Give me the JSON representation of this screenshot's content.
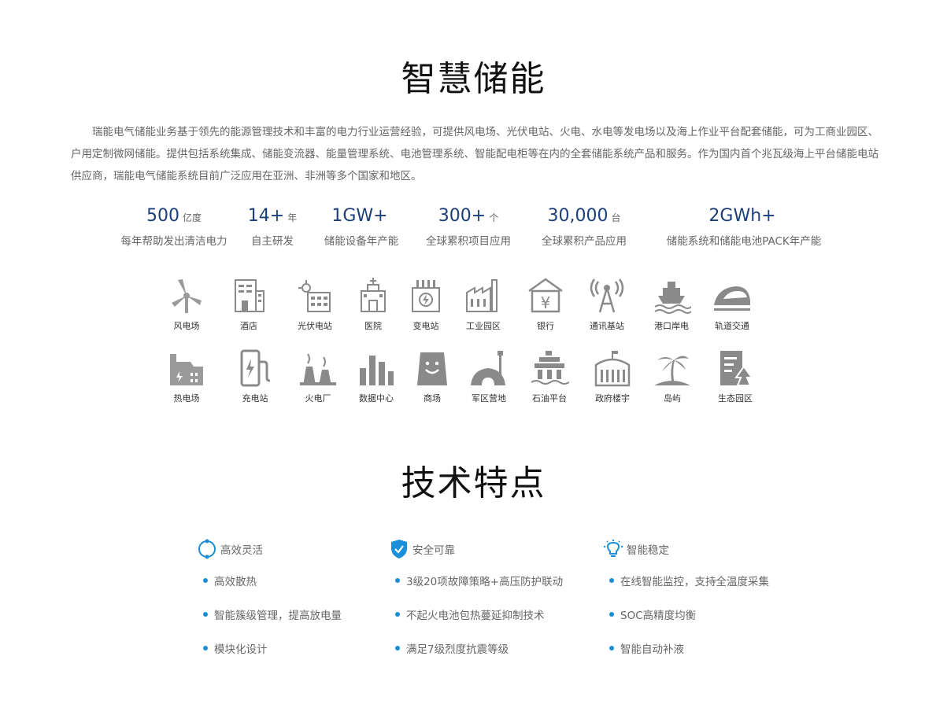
{
  "section1": {
    "title": "智慧储能",
    "intro": "瑞能电气储能业务基于领先的能源管理技术和丰富的电力行业运营经验，可提供风电场、光伏电站、火电、水电等发电场以及海上作业平台配套储能，可为工商业园区、户用定制微网储能。提供包括系统集成、储能变流器、能量管理系统、电池管理系统、智能配电柜等在内的全套储能系统产品和服务。作为国内首个兆瓦级海上平台储能电站供应商，瑞能电气储能系统目前广泛应用在亚洲、非洲等多个国家和地区。"
  },
  "stats": [
    {
      "value": "500",
      "unit": "亿度",
      "label": "每年帮助发出清洁电力"
    },
    {
      "value": "14+",
      "unit": "年",
      "label": "自主研发"
    },
    {
      "value": "1GW+",
      "unit": "",
      "label": "储能设备年产能"
    },
    {
      "value": "300+",
      "unit": "个",
      "label": "全球累积项目应用"
    },
    {
      "value": "30,000",
      "unit": "台",
      "label": "全球累积产品应用"
    },
    {
      "value": "2GWh+",
      "unit": "",
      "label": "储能系统和储能电池PACK年产能"
    }
  ],
  "scenarios_row1": [
    {
      "label": "风电场",
      "icon": "wind-turbine-icon"
    },
    {
      "label": "酒店",
      "icon": "hotel-icon"
    },
    {
      "label": "光伏电站",
      "icon": "solar-plant-icon"
    },
    {
      "label": "医院",
      "icon": "hospital-icon"
    },
    {
      "label": "变电站",
      "icon": "substation-icon"
    },
    {
      "label": "工业园区",
      "icon": "industrial-park-icon"
    },
    {
      "label": "银行",
      "icon": "bank-icon"
    },
    {
      "label": "通讯基站",
      "icon": "telecom-tower-icon"
    },
    {
      "label": "港口岸电",
      "icon": "port-icon"
    },
    {
      "label": "轨道交通",
      "icon": "rail-transit-icon"
    }
  ],
  "scenarios_row2": [
    {
      "label": "热电场",
      "icon": "thermal-plant-icon"
    },
    {
      "label": "充电站",
      "icon": "charging-station-icon"
    },
    {
      "label": "火电厂",
      "icon": "power-plant-icon"
    },
    {
      "label": "数据中心",
      "icon": "data-center-icon"
    },
    {
      "label": "商场",
      "icon": "shopping-mall-icon"
    },
    {
      "label": "军区营地",
      "icon": "military-camp-icon"
    },
    {
      "label": "石油平台",
      "icon": "oil-platform-icon"
    },
    {
      "label": "政府楼宇",
      "icon": "government-building-icon"
    },
    {
      "label": "岛屿",
      "icon": "island-icon"
    },
    {
      "label": "生态园区",
      "icon": "eco-park-icon"
    }
  ],
  "section2": {
    "title": "技术特点"
  },
  "features": [
    {
      "heading": "高效灵活",
      "icon": "flexible-cycle-icon",
      "items": [
        "高效散热",
        "智能簇级管理，提高放电量",
        "模块化设计"
      ]
    },
    {
      "heading": "安全可靠",
      "icon": "shield-check-icon",
      "items": [
        "3级20项故障策略+高压防护联动",
        "不起火电池包热蔓延抑制技术",
        "满足7级烈度抗震等级"
      ]
    },
    {
      "heading": "智能稳定",
      "icon": "lightbulb-icon",
      "items": [
        "在线智能监控，支持全温度采集",
        "SOC高精度均衡",
        "智能自动补液"
      ]
    }
  ],
  "colors": {
    "accent_blue": "#1a8fd8",
    "stat_blue": "#1b3f7a",
    "icon_gray": "#8a8a8a"
  }
}
